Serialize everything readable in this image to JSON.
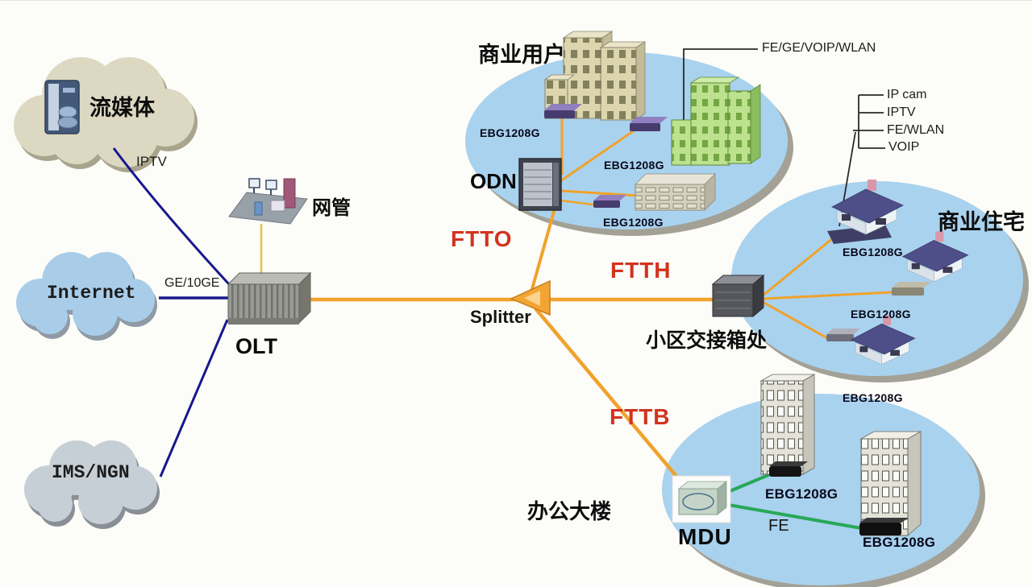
{
  "palette": {
    "zone_blue": "#a9d2ee",
    "shadow_gray": "#a39f94",
    "cloud_beige": "#ddd8c2",
    "cloud_blue": "#a9cde9",
    "cloud_gray": "#c6cfd6",
    "fiber_orange": "#f0a22c",
    "line_navy": "#18188e",
    "line_green": "#28a858",
    "branch_red": "#d2331f"
  },
  "clouds": {
    "streaming": {
      "label": "流媒体"
    },
    "internet": {
      "label": "Internet"
    },
    "ims": {
      "label": "IMS/NGN"
    }
  },
  "links": {
    "iptv": "IPTV",
    "ge10ge": "GE/10GE",
    "fe": "FE"
  },
  "core": {
    "olt": "OLT",
    "nms": "网管",
    "splitter": "Splitter",
    "odn": "ODN",
    "mdu": "MDU"
  },
  "branches": {
    "ftto": "FTTO",
    "ftth": "FTTH",
    "fttb": "FTTB"
  },
  "zones": {
    "business": {
      "title": "商业用户",
      "access": "FE/GE/VOIP/WLAN",
      "ebg1": "EBG1208G",
      "ebg2": "EBG1208G",
      "ebg3": "EBG1208G"
    },
    "residential": {
      "title": "商业住宅",
      "cabinet": "小区交接箱处",
      "services": [
        "IP cam",
        "IPTV",
        "FE/WLAN",
        "VOIP"
      ],
      "ebg1": "EBG1208G",
      "ebg2": "EBG1208G"
    },
    "office": {
      "title": "办公大楼",
      "ebg_top": "EBG1208G",
      "ebg_mid": "EBG1208G",
      "ebg_bottom": "EBG1208G"
    }
  }
}
